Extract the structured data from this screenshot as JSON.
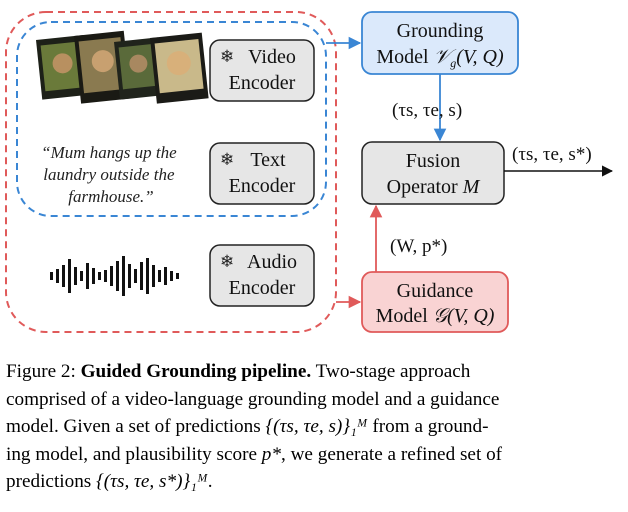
{
  "diagram": {
    "video_encoder": {
      "line1": "Video",
      "line2": "Encoder"
    },
    "text_encoder": {
      "line1": "Text",
      "line2": "Encoder"
    },
    "audio_encoder": {
      "line1": "Audio",
      "line2": "Encoder"
    },
    "grounding_model": {
      "line1": "Grounding",
      "line2_prefix": "Model ",
      "symbol": "𝒱",
      "sub": "g",
      "args": "(V, Q)"
    },
    "fusion_operator": {
      "line1": "Fusion",
      "line2_prefix": "Operator ",
      "symbol": "M"
    },
    "guidance_model": {
      "line1": "Guidance",
      "line2_prefix": "Model ",
      "symbol": "𝒢",
      "args": "(V, Q)"
    },
    "quote": [
      "“Mum hangs up the",
      "laundry outside the",
      "farmhouse.”"
    ],
    "edge_grounding_to_fusion": "(τs, τe, s)",
    "edge_guidance_to_fusion": "(W, p*)",
    "edge_output": "(τs, τe, s*)",
    "colors": {
      "blue": "#3a86d4",
      "blue_fill": "#dbe9fb",
      "red": "#e05a5a",
      "red_fill": "#f9d3d3",
      "gray_fill": "#e6e6e6"
    }
  },
  "caption": {
    "label": "Figure 2:",
    "title": "Guided Grounding pipeline.",
    "line1_rest": "Two-stage approach",
    "line2": "comprised of a video-language grounding model and a guidance",
    "line3_a": "model. Given a set of predictions",
    "line3_math": "{(τs, τe, s)}₁ᴹ",
    "line3_b": "from a ground-",
    "line4_a": "ing model, and plausibility score",
    "line4_math": "p*",
    "line4_b": ", we generate a refined set of",
    "line5_a": "predictions",
    "line5_math": "{(τs, τe, s*)}₁ᴹ",
    "line5_b": "."
  }
}
